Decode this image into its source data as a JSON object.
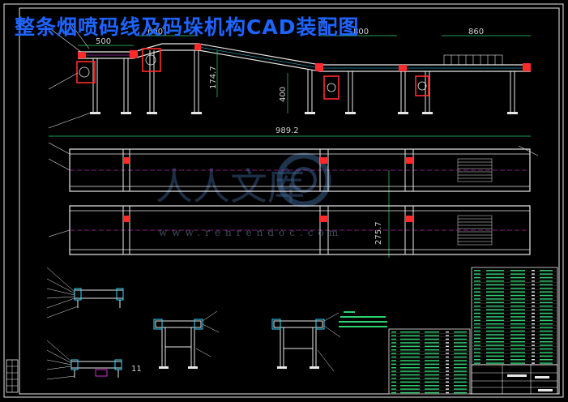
{
  "title": "整条烟喷码线及码垛机构CAD装配图",
  "watermark": {
    "logo_text": "人人文库",
    "url_text": "www.renrendoc.com"
  },
  "dimensions": {
    "d500": "500",
    "d600": "600",
    "d800": "800",
    "d860": "860",
    "d1747": "174.7",
    "d400": "400",
    "d9892": "989.2",
    "d2757": "275.7",
    "d11": "11"
  },
  "colors": {
    "background": "#000000",
    "title": "#1e64ff",
    "frame_line": "#e8e8e8",
    "part_red": "#ff2a2a",
    "detail_magenta": "#ff3cff",
    "dim_green": "#2dd36f",
    "line_cyan": "#33d6ff"
  }
}
